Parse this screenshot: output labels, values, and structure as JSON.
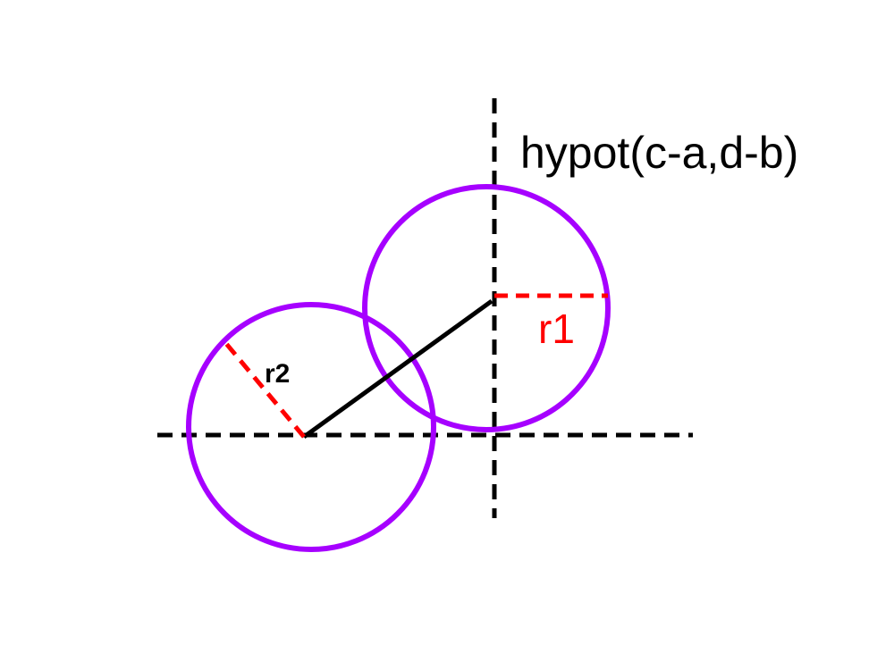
{
  "labels": {
    "distance_formula": "hypot(c-a,d-b)",
    "radius_1": "r1",
    "radius_2": "r2"
  },
  "colors": {
    "circle": "#a600ff",
    "axes": "#000000",
    "radius": "#ff0000",
    "center_line": "#000000",
    "background": "#ffffff"
  }
}
